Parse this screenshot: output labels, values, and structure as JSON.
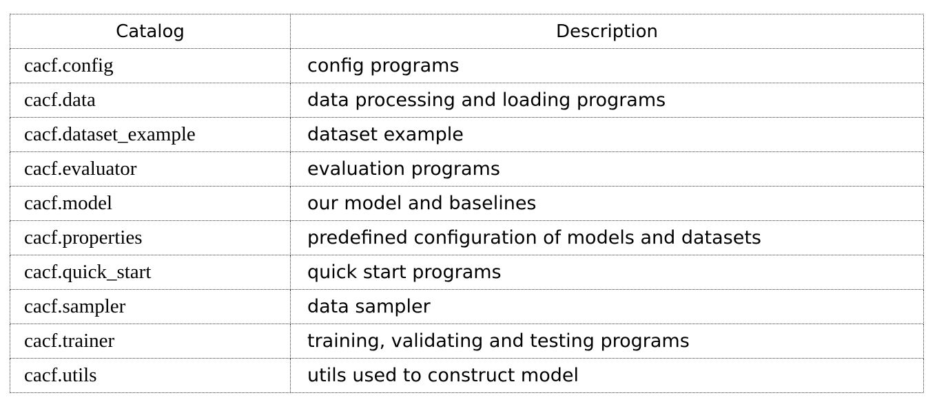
{
  "table": {
    "headers": {
      "catalog": "Catalog",
      "description": "Description"
    },
    "rows": [
      {
        "catalog": "cacf.config",
        "description": "config programs"
      },
      {
        "catalog": "cacf.data",
        "description": "data processing and loading programs"
      },
      {
        "catalog": "cacf.dataset_example",
        "description": "dataset example"
      },
      {
        "catalog": "cacf.evaluator",
        "description": "evaluation programs"
      },
      {
        "catalog": "cacf.model",
        "description": "our model and baselines"
      },
      {
        "catalog": "cacf.properties",
        "description": "predefined configuration of models and datasets"
      },
      {
        "catalog": "cacf.quick_start",
        "description": "quick start programs"
      },
      {
        "catalog": "cacf.sampler",
        "description": "data sampler"
      },
      {
        "catalog": "cacf.trainer",
        "description": "training, validating and testing programs"
      },
      {
        "catalog": "cacf.utils",
        "description": "utils used to construct model"
      }
    ]
  }
}
